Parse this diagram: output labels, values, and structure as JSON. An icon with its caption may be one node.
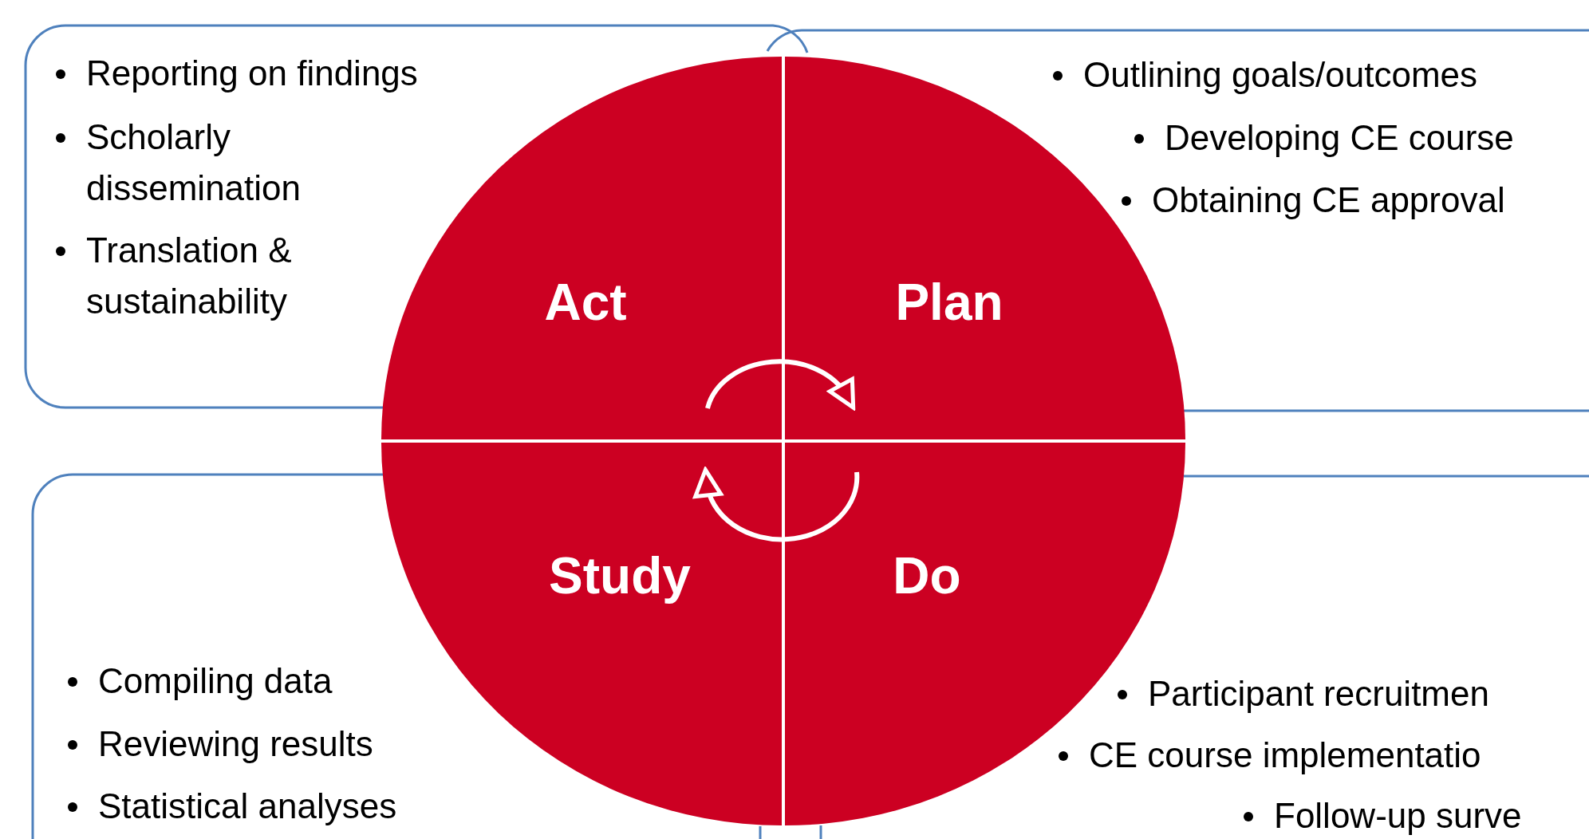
{
  "diagram": {
    "nodes": [
      {
        "text": [
          "Reporting on findings",
          "Scholarly dissemination",
          "Translation & sustainability"
        ]
      },
      {
        "text": [
          "Outlining goals/outcomes",
          "Developing CE course",
          "Obtaining CE approval"
        ]
      },
      {
        "text": [
          "Act"
        ]
      },
      {
        "text": [
          "Plan"
        ]
      },
      {
        "text": [
          "Study"
        ]
      },
      {
        "text": [
          "Do"
        ]
      },
      {
        "text": [
          "Compiling data",
          "Reviewing results",
          "Statistical analyses"
        ]
      },
      {
        "text": [
          "Participant recruitmen",
          "CE course implementatio",
          "Follow-up surve"
        ]
      }
    ],
    "edges": [
      {
        "from": 2,
        "to": 3,
        "arrow": "to"
      },
      {
        "from": 5,
        "to": 4,
        "arrow": "to"
      }
    ]
  }
}
